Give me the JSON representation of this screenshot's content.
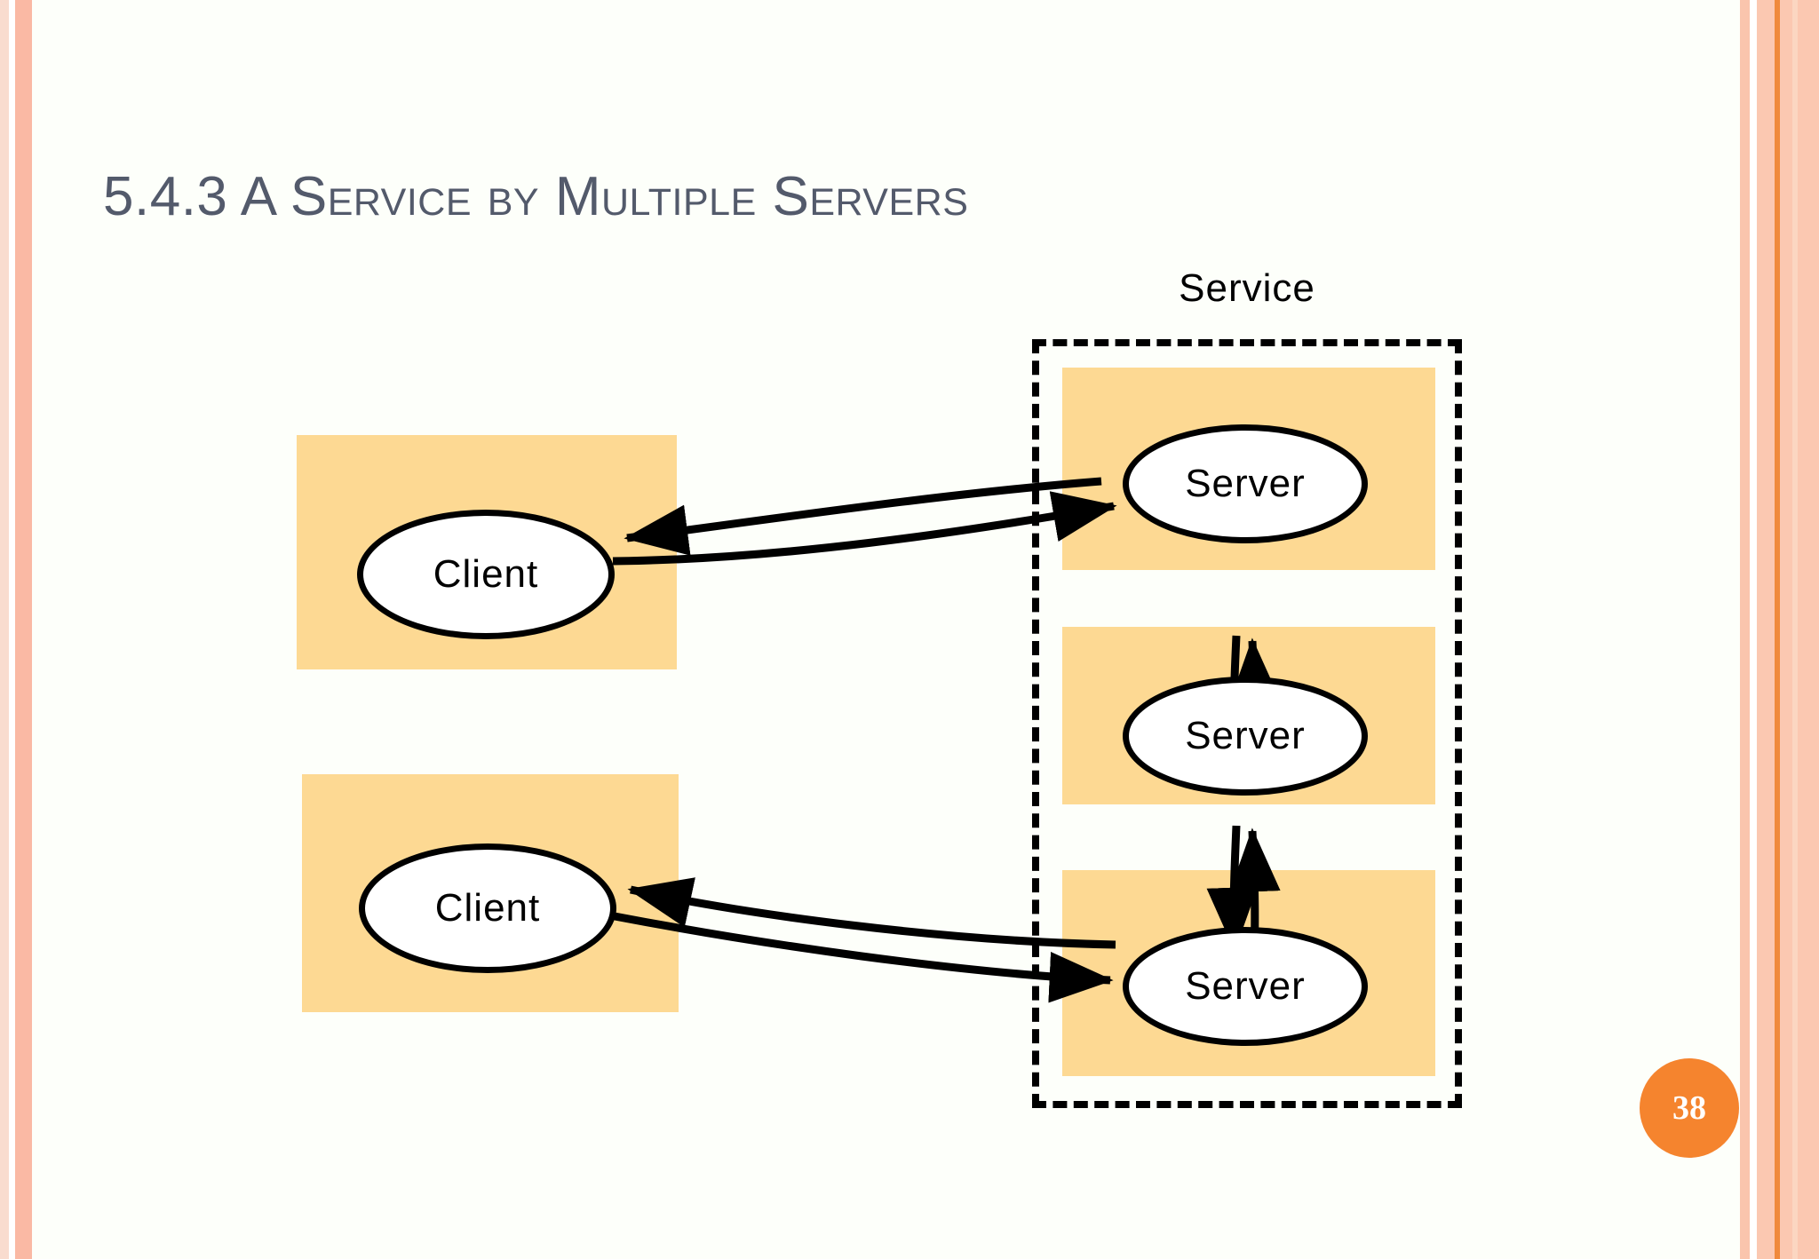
{
  "slide": {
    "title": "5.4.3 A Service by Multiple Servers",
    "page_number": "38",
    "background_color": "#fdfffa",
    "title_color": "#535a6b",
    "box_color": "#fdd993",
    "badge_color": "#f5842e",
    "stroke_color": "#000000"
  },
  "diagram": {
    "type": "node-link",
    "service_label": "Service",
    "nodes": [
      {
        "id": "client-1",
        "label": "Client",
        "shape": "ellipse",
        "group": "client"
      },
      {
        "id": "client-2",
        "label": "Client",
        "shape": "ellipse",
        "group": "client"
      },
      {
        "id": "server-1",
        "label": "Server",
        "shape": "ellipse",
        "group": "service"
      },
      {
        "id": "server-2",
        "label": "Server",
        "shape": "ellipse",
        "group": "service"
      },
      {
        "id": "server-3",
        "label": "Server",
        "shape": "ellipse",
        "group": "service"
      }
    ],
    "edges": [
      {
        "from": "client-1",
        "to": "server-1",
        "direction": "bidirectional"
      },
      {
        "from": "client-2",
        "to": "server-3",
        "direction": "bidirectional"
      },
      {
        "from": "server-1",
        "to": "server-2",
        "direction": "bidirectional"
      },
      {
        "from": "server-2",
        "to": "server-3",
        "direction": "bidirectional"
      }
    ],
    "boundary": {
      "label": "Service",
      "style": "dashed",
      "contains": [
        "server-1",
        "server-2",
        "server-3"
      ]
    }
  }
}
